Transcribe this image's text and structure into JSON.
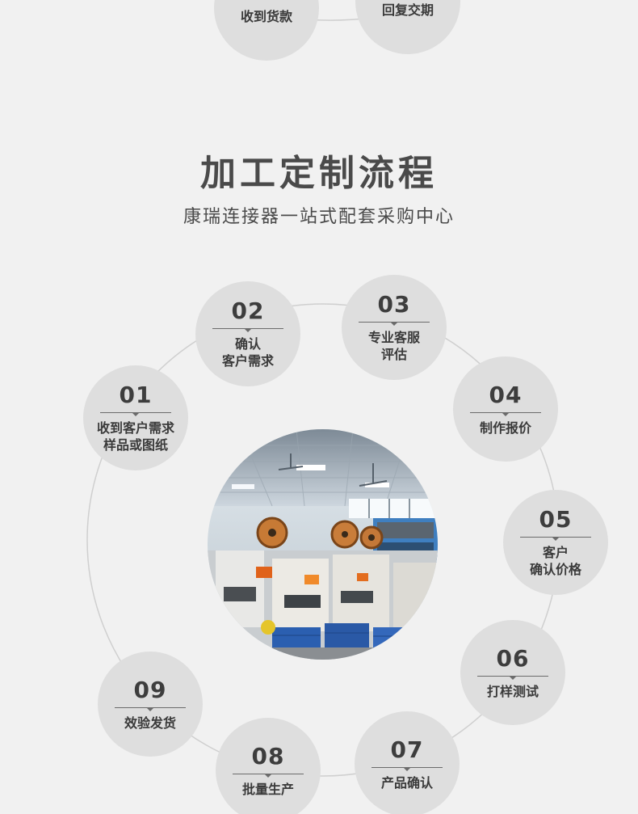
{
  "top_steps": [
    {
      "label": "收到货款"
    },
    {
      "label": "回复交期"
    }
  ],
  "section": {
    "title": "加工定制流程",
    "subtitle": "康瑞连接器一站式配套采购中心"
  },
  "steps": [
    {
      "num": "01",
      "line1": "收到客户需求",
      "line2": "样品或图纸"
    },
    {
      "num": "02",
      "line1": "确认",
      "line2": "客户需求"
    },
    {
      "num": "03",
      "line1": "专业客服",
      "line2": "评估"
    },
    {
      "num": "04",
      "line1": "制作报价",
      "line2": ""
    },
    {
      "num": "05",
      "line1": "客户",
      "line2": "确认价格"
    },
    {
      "num": "06",
      "line1": "打样测试",
      "line2": ""
    },
    {
      "num": "07",
      "line1": "产品确认",
      "line2": ""
    },
    {
      "num": "08",
      "line1": "批量生产",
      "line2": ""
    },
    {
      "num": "09",
      "line1": "效验发货",
      "line2": ""
    }
  ],
  "colors": {
    "background": "#f1f1f1",
    "bubble": "#dedede",
    "text": "#3a3a3a"
  }
}
